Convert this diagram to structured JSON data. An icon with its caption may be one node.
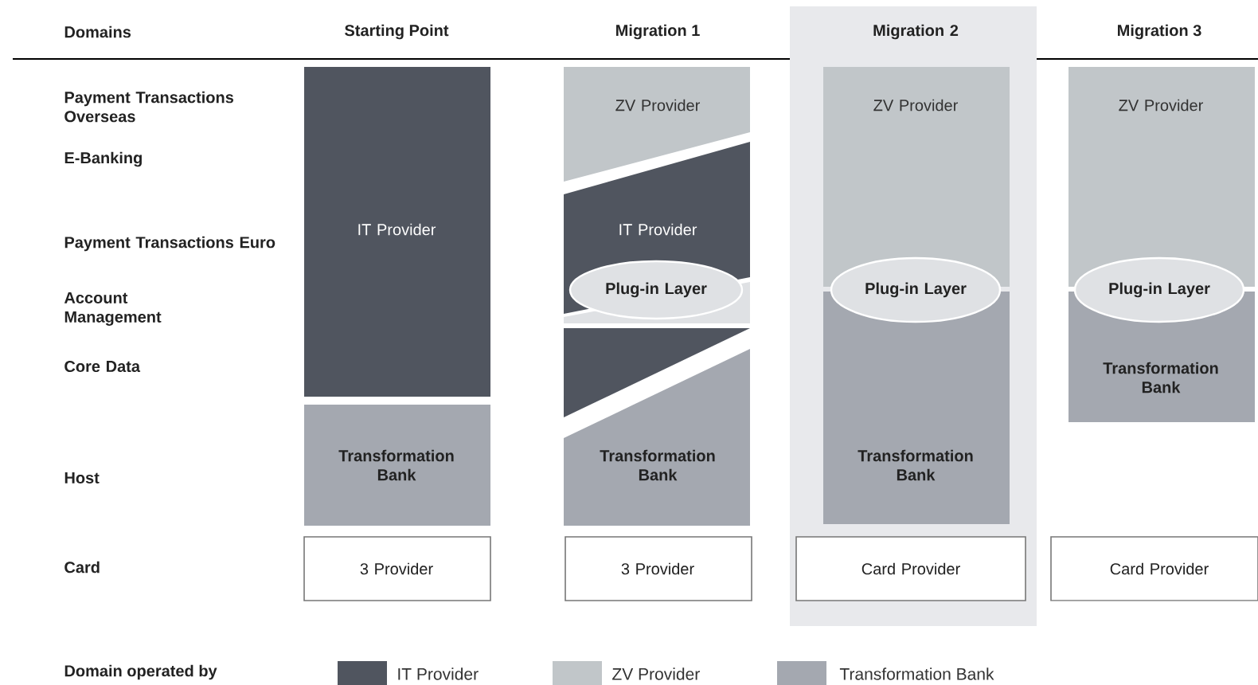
{
  "diagram": {
    "nodes": [
      {
        "text": [
          "IT Provider"
        ]
      },
      {
        "text": [
          "Transformation Bank"
        ]
      },
      {
        "text": [
          "3 Provider"
        ]
      },
      {
        "text": [
          "ZV Provider"
        ]
      },
      {
        "text": [
          "IT Provider"
        ]
      },
      {
        "text": [
          "Plug-in Layer"
        ]
      },
      {
        "text": [],
        "shape": "box"
      },
      {
        "text": [
          "Transformation Bank"
        ]
      },
      {
        "text": [
          "3 Provider"
        ]
      },
      {
        "text": [
          "Migration 2"
        ]
      },
      {
        "text": [
          "ZV Provider"
        ],
        "in": 9
      },
      {
        "text": [
          "Plug-in Layer"
        ],
        "in": 9
      },
      {
        "text": [
          "Transformation Bank"
        ],
        "in": 9
      },
      {
        "text": [
          "Card Provider"
        ],
        "in": 9
      },
      {
        "text": [
          "ZV Provider"
        ]
      },
      {
        "text": [
          "Plug-in Layer"
        ]
      },
      {
        "text": [
          "Transformation Bank"
        ]
      },
      {
        "text": [
          "Card Provider"
        ]
      }
    ],
    "labels": [
      "Domains",
      "Starting Point",
      "Migration 1",
      "Migration 3",
      "Payment Transactions Overseas",
      "E-Banking",
      "Payment Transactions Euro",
      "Account Management",
      "Core Data",
      "Host",
      "Card",
      "Domain operated by"
    ],
    "legend": [
      {
        "text": "IT Provider",
        "color": "#50555f"
      },
      {
        "text": "ZV Provider",
        "color": "#c1c6c9"
      },
      {
        "text": "Transformation Bank",
        "color": "#a4a8b0"
      }
    ]
  }
}
